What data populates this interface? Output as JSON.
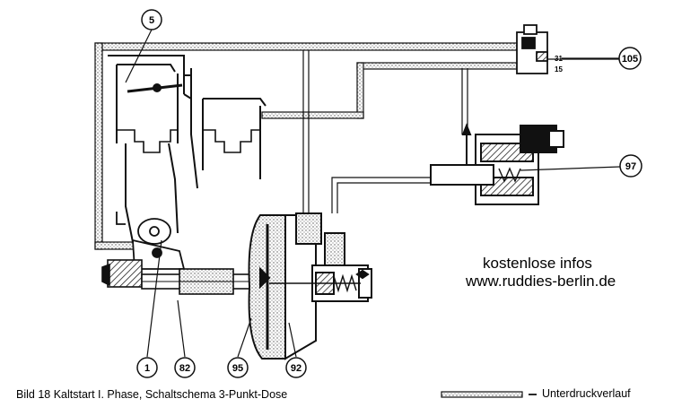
{
  "caption": "Bild 18 Kaltstart I. Phase, Schaltschema 3-Punkt-Dose",
  "watermark": {
    "line1": "kostenlose infos",
    "line2": "www.ruddies-berlin.de"
  },
  "legend": {
    "label": "Unterdruckverlauf"
  },
  "callouts": {
    "c5": "5",
    "c105": "105",
    "c97": "97",
    "c1": "1",
    "c82": "82",
    "c95": "95",
    "c92": "92"
  },
  "valve_terminals": {
    "t31": "31",
    "t15": "15"
  },
  "colors": {
    "line": "#111111",
    "vacuum_fill": "#d9d9d9",
    "background": "#ffffff"
  }
}
